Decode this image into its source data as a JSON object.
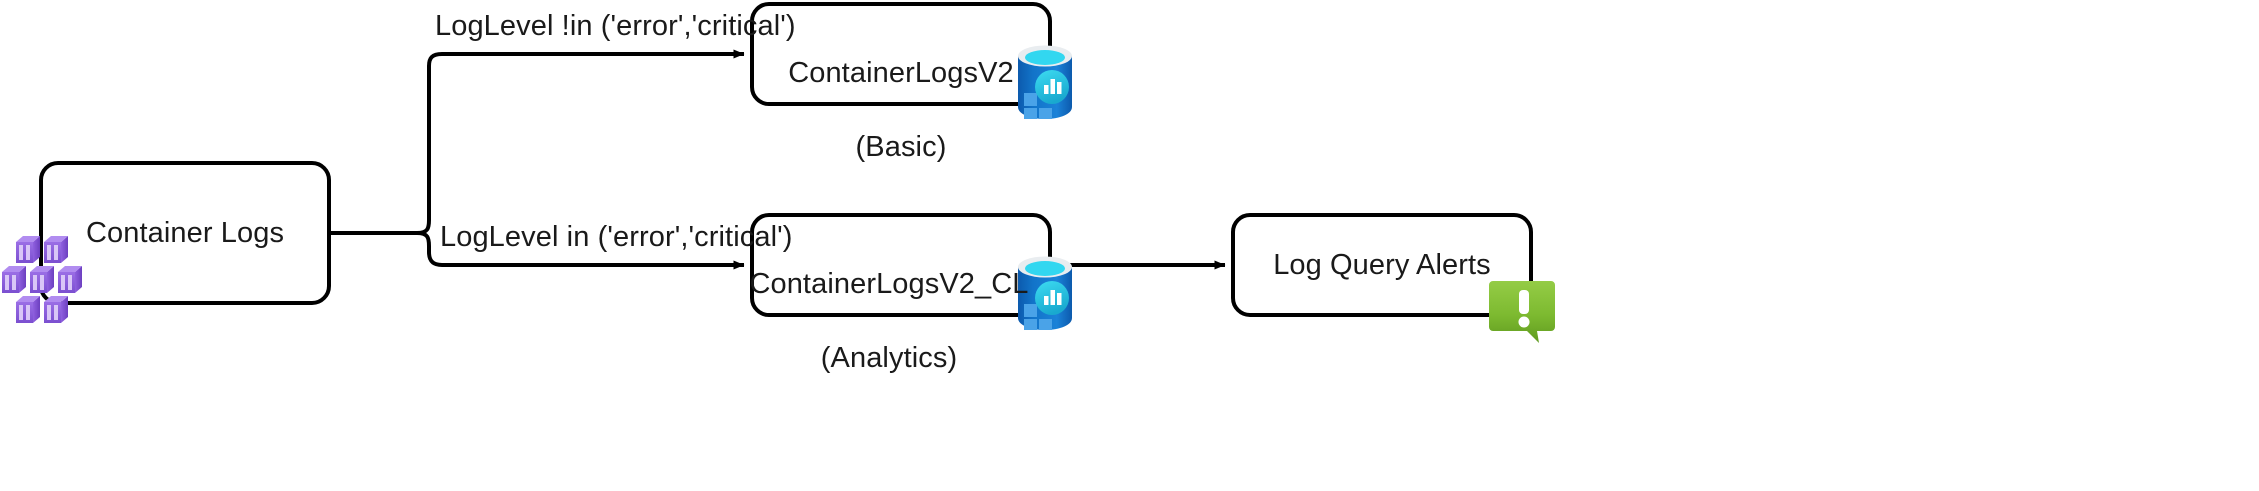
{
  "diagram": {
    "title": "Container Logs routing to Log Analytics tables and alerts",
    "background_color": "#ffffff",
    "line_color": "#000000",
    "text_color": "#1a1a1a",
    "nodes": [
      {
        "id": "container-logs",
        "label": "Container Logs",
        "icon": "container-cluster-icon",
        "icon_color": "#8661d1"
      },
      {
        "id": "containerlogsv2-basic",
        "label": "ContainerLogsV2\n(Basic)",
        "line1": "ContainerLogsV2",
        "line2": "(Basic)",
        "icon": "log-analytics-workspace-icon",
        "icon_color": "#0078d4"
      },
      {
        "id": "containerlogsv2-cl-analytics",
        "label": "ContainerLogsV2_CL\n(Analytics)",
        "line1": "ContainerLogsV2_CL",
        "line2": "(Analytics)",
        "icon": "log-analytics-workspace-icon",
        "icon_color": "#0078d4"
      },
      {
        "id": "log-query-alerts",
        "label": "Log Query Alerts",
        "icon": "alert-callout-icon",
        "icon_color": "#7ab929"
      }
    ],
    "edges": [
      {
        "id": "edge-basic",
        "from": "container-logs",
        "to": "containerlogsv2-basic",
        "label": "LogLevel !in ('error','critical')"
      },
      {
        "id": "edge-analytics",
        "from": "container-logs",
        "to": "containerlogsv2-cl-analytics",
        "label": "LogLevel in ('error','critical')"
      },
      {
        "id": "edge-alerts",
        "from": "containerlogsv2-cl-analytics",
        "to": "log-query-alerts",
        "label": ""
      }
    ]
  },
  "palette": {
    "container_purple_light": "#a77bea",
    "container_purple_mid": "#8a5fd6",
    "container_purple_dark": "#6a3fae",
    "db_blue_dark": "#0f5fb5",
    "db_blue": "#1b7fd4",
    "db_cyan": "#32d7f0",
    "db_teal": "#1fb7d6",
    "db_white": "#ffffff",
    "db_rim": "#e6e9ec",
    "alert_green_light": "#8fc93f",
    "alert_green_dark": "#5f9a1f"
  }
}
